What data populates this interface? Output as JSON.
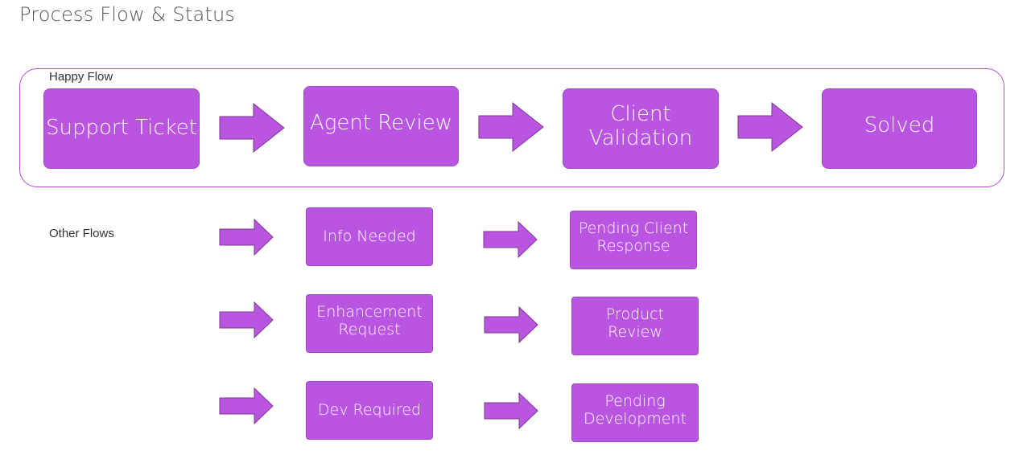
{
  "title": "Process Flow & Status",
  "happy_flow": {
    "label": "Happy Flow",
    "steps": [
      "Support Ticket",
      "Agent Review",
      "Client\nValidation",
      "Solved"
    ]
  },
  "other_flows": {
    "label": "Other Flows",
    "rows": [
      {
        "first": "Info Needed",
        "second": "Pending Client\nResponse"
      },
      {
        "first": "Enhancement\nRequest",
        "second": "Product\nReview"
      },
      {
        "first": "Dev Required",
        "second": "Pending\nDevelopment"
      }
    ]
  },
  "colors": {
    "box_fill": "#b955e0",
    "box_border": "#a047c6",
    "container_border": "#b04fcf",
    "arrow_fill": "#b955e0",
    "arrow_stroke": "#7a3a8c"
  }
}
